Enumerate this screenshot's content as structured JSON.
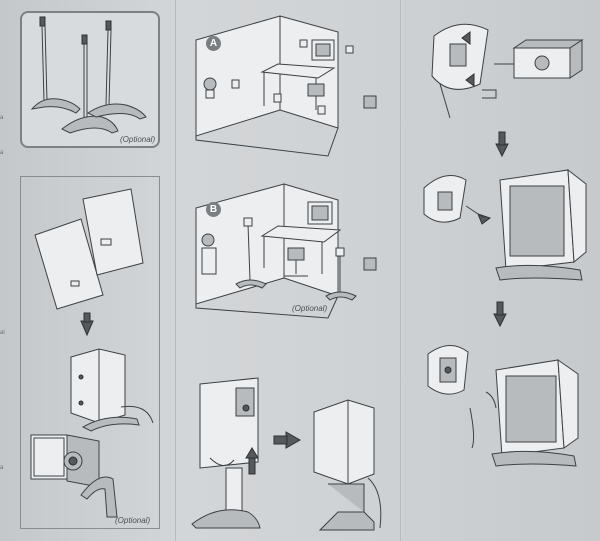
{
  "labels": {
    "optional_stands": "(Optional)",
    "optional_wall": "(Optional)",
    "optional_room_b": "(Optional)",
    "setup_a": "A",
    "setup_b": "B"
  },
  "colors": {
    "paper": "#d0d3d5",
    "ink": "#3e4144",
    "badge": "#7a7e82",
    "arrow": "#55595c"
  }
}
